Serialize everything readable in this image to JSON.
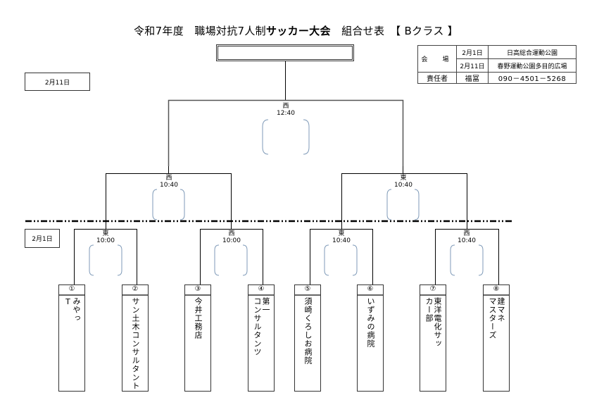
{
  "title": {
    "part1": "令和7年度　職場対抗7人制",
    "part2": "サッカー大会",
    "part3": "　組合せ表　【 Bクラス 】"
  },
  "round_dates": {
    "final_day": "2月11日",
    "first_day": "2月1日"
  },
  "venue_table": {
    "venue_label": "会　場",
    "rows": [
      {
        "date": "2月1日",
        "venue": "日高総合運動公園"
      },
      {
        "date": "2月11日",
        "venue": "春野運動公園多目的広場"
      }
    ],
    "manager_label": "責任者",
    "manager_name": "福冨",
    "phone": "090－4501－5268"
  },
  "matches": {
    "final": {
      "field": "西",
      "time": "12:40"
    },
    "semi_left": {
      "field": "西",
      "time": "10:40"
    },
    "semi_right": {
      "field": "東",
      "time": "10:40"
    },
    "r1_1": {
      "field": "東",
      "time": "10:00"
    },
    "r1_2": {
      "field": "西",
      "time": "10:00"
    },
    "r1_3": {
      "field": "東",
      "time": "10:40"
    },
    "r1_4": {
      "field": "西",
      "time": "10:40"
    }
  },
  "teams": [
    {
      "num": "①",
      "name": "みやっ\nT"
    },
    {
      "num": "②",
      "name": "サン土木コンサルタント"
    },
    {
      "num": "③",
      "name": "今井工務店"
    },
    {
      "num": "④",
      "name": "第一\nコンサルタンツ"
    },
    {
      "num": "⑤",
      "name": "須崎くろしお病院"
    },
    {
      "num": "⑥",
      "name": "いずみの病院"
    },
    {
      "num": "⑦",
      "name": "東洋電化サッ\nカー部"
    },
    {
      "num": "⑧",
      "name": "建マネ\nマスターズ"
    }
  ],
  "colors": {
    "bracket_line": "#000000",
    "score_bracket": "#7f9ab8"
  }
}
